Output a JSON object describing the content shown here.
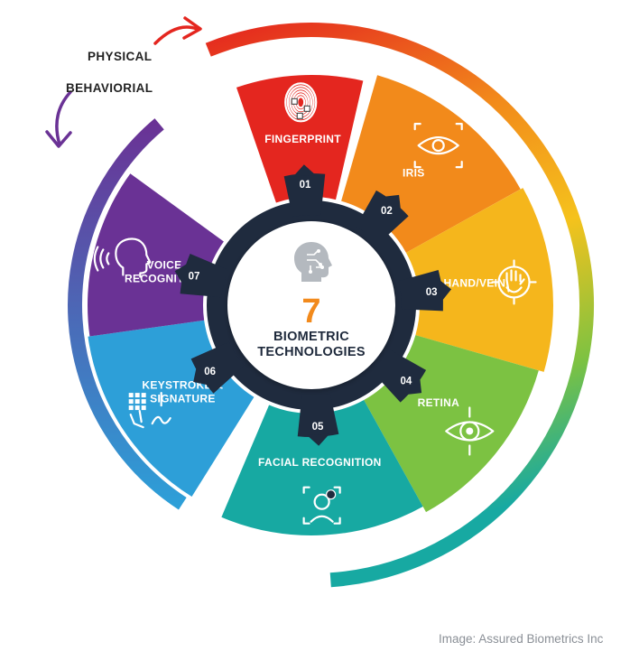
{
  "legend": {
    "physical_label": "PHYSICAL",
    "behavioral_label": "BEHAVIORIAL"
  },
  "center": {
    "number": "7",
    "line1": "BIOMETRIC",
    "line2": "TECHNOLOGIES",
    "icon": "head-circuit-icon"
  },
  "segments": [
    {
      "num": "01",
      "label1": "FINGERPRINT",
      "label2": "",
      "color": "#e4261f",
      "icon": "fingerprint-icon",
      "group": "physical"
    },
    {
      "num": "02",
      "label1": "IRIS",
      "label2": "",
      "color": "#f28a1b",
      "icon": "eye-frame-icon",
      "group": "physical"
    },
    {
      "num": "03",
      "label1": "HAND/VEIN",
      "label2": "",
      "color": "#f5b61c",
      "icon": "hand-target-icon",
      "group": "physical"
    },
    {
      "num": "04",
      "label1": "RETINA",
      "label2": "",
      "color": "#7cc242",
      "icon": "eye-target-icon",
      "group": "physical"
    },
    {
      "num": "05",
      "label1": "FACIAL RECOGNITION",
      "label2": "",
      "color": "#17a9a2",
      "icon": "face-scan-icon",
      "group": "physical"
    },
    {
      "num": "06",
      "label1": "KEYSTROKE &",
      "label2": "SIGNATURE",
      "color": "#2d9fd8",
      "icon": "keypad-signature-icon",
      "group": "behavioral"
    },
    {
      "num": "07",
      "label1": "VOICE",
      "label2": "RECOGNITION",
      "color": "#6a3295",
      "icon": "voice-head-icon",
      "group": "behavioral"
    }
  ],
  "colors": {
    "ring_dark": "#1f2b3e",
    "behavioral_arc_top": "#6a3295",
    "behavioral_arc_bottom": "#2d9fd8",
    "arrow_physical": "#e4261f",
    "arrow_behavioral": "#6a3295"
  },
  "credit": "Image: Assured Biometrics Inc"
}
